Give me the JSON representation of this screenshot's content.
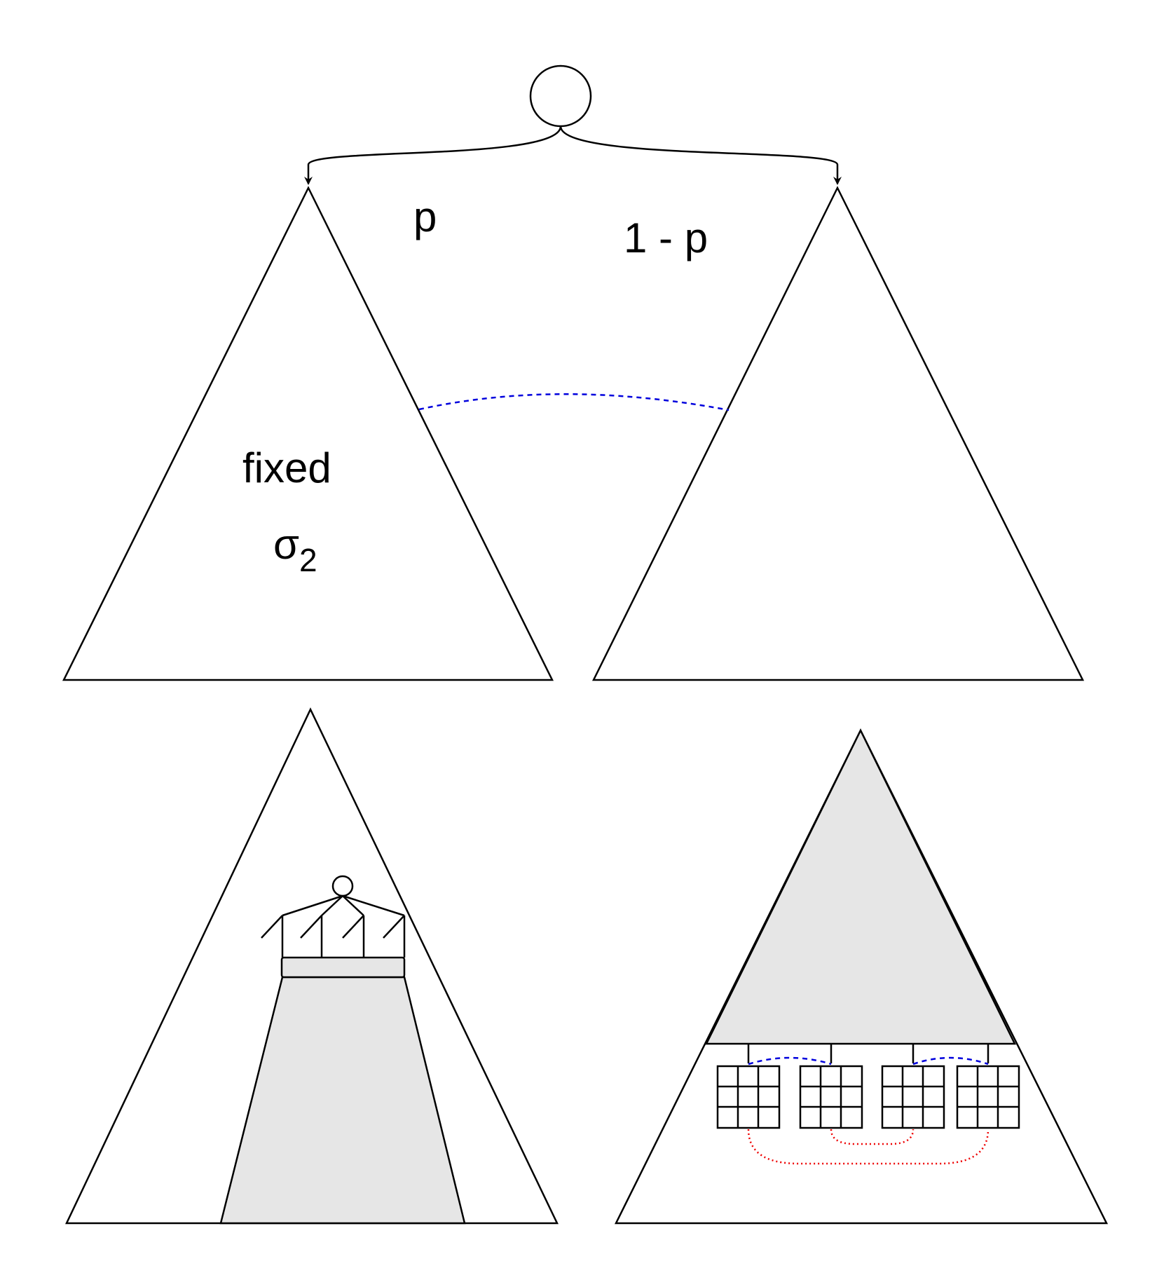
{
  "diagram": {
    "root_node_icon": "circle-node",
    "labels": {
      "left_branch": "p",
      "right_branch": "1 - p",
      "fixed": "fixed",
      "sigma": "σ",
      "sigma_subscript": "2"
    },
    "colors": {
      "stroke": "#000000",
      "shade": "#e6e6e6",
      "link_dashed": "#0000dd",
      "link_dotted": "#ee0000"
    }
  }
}
